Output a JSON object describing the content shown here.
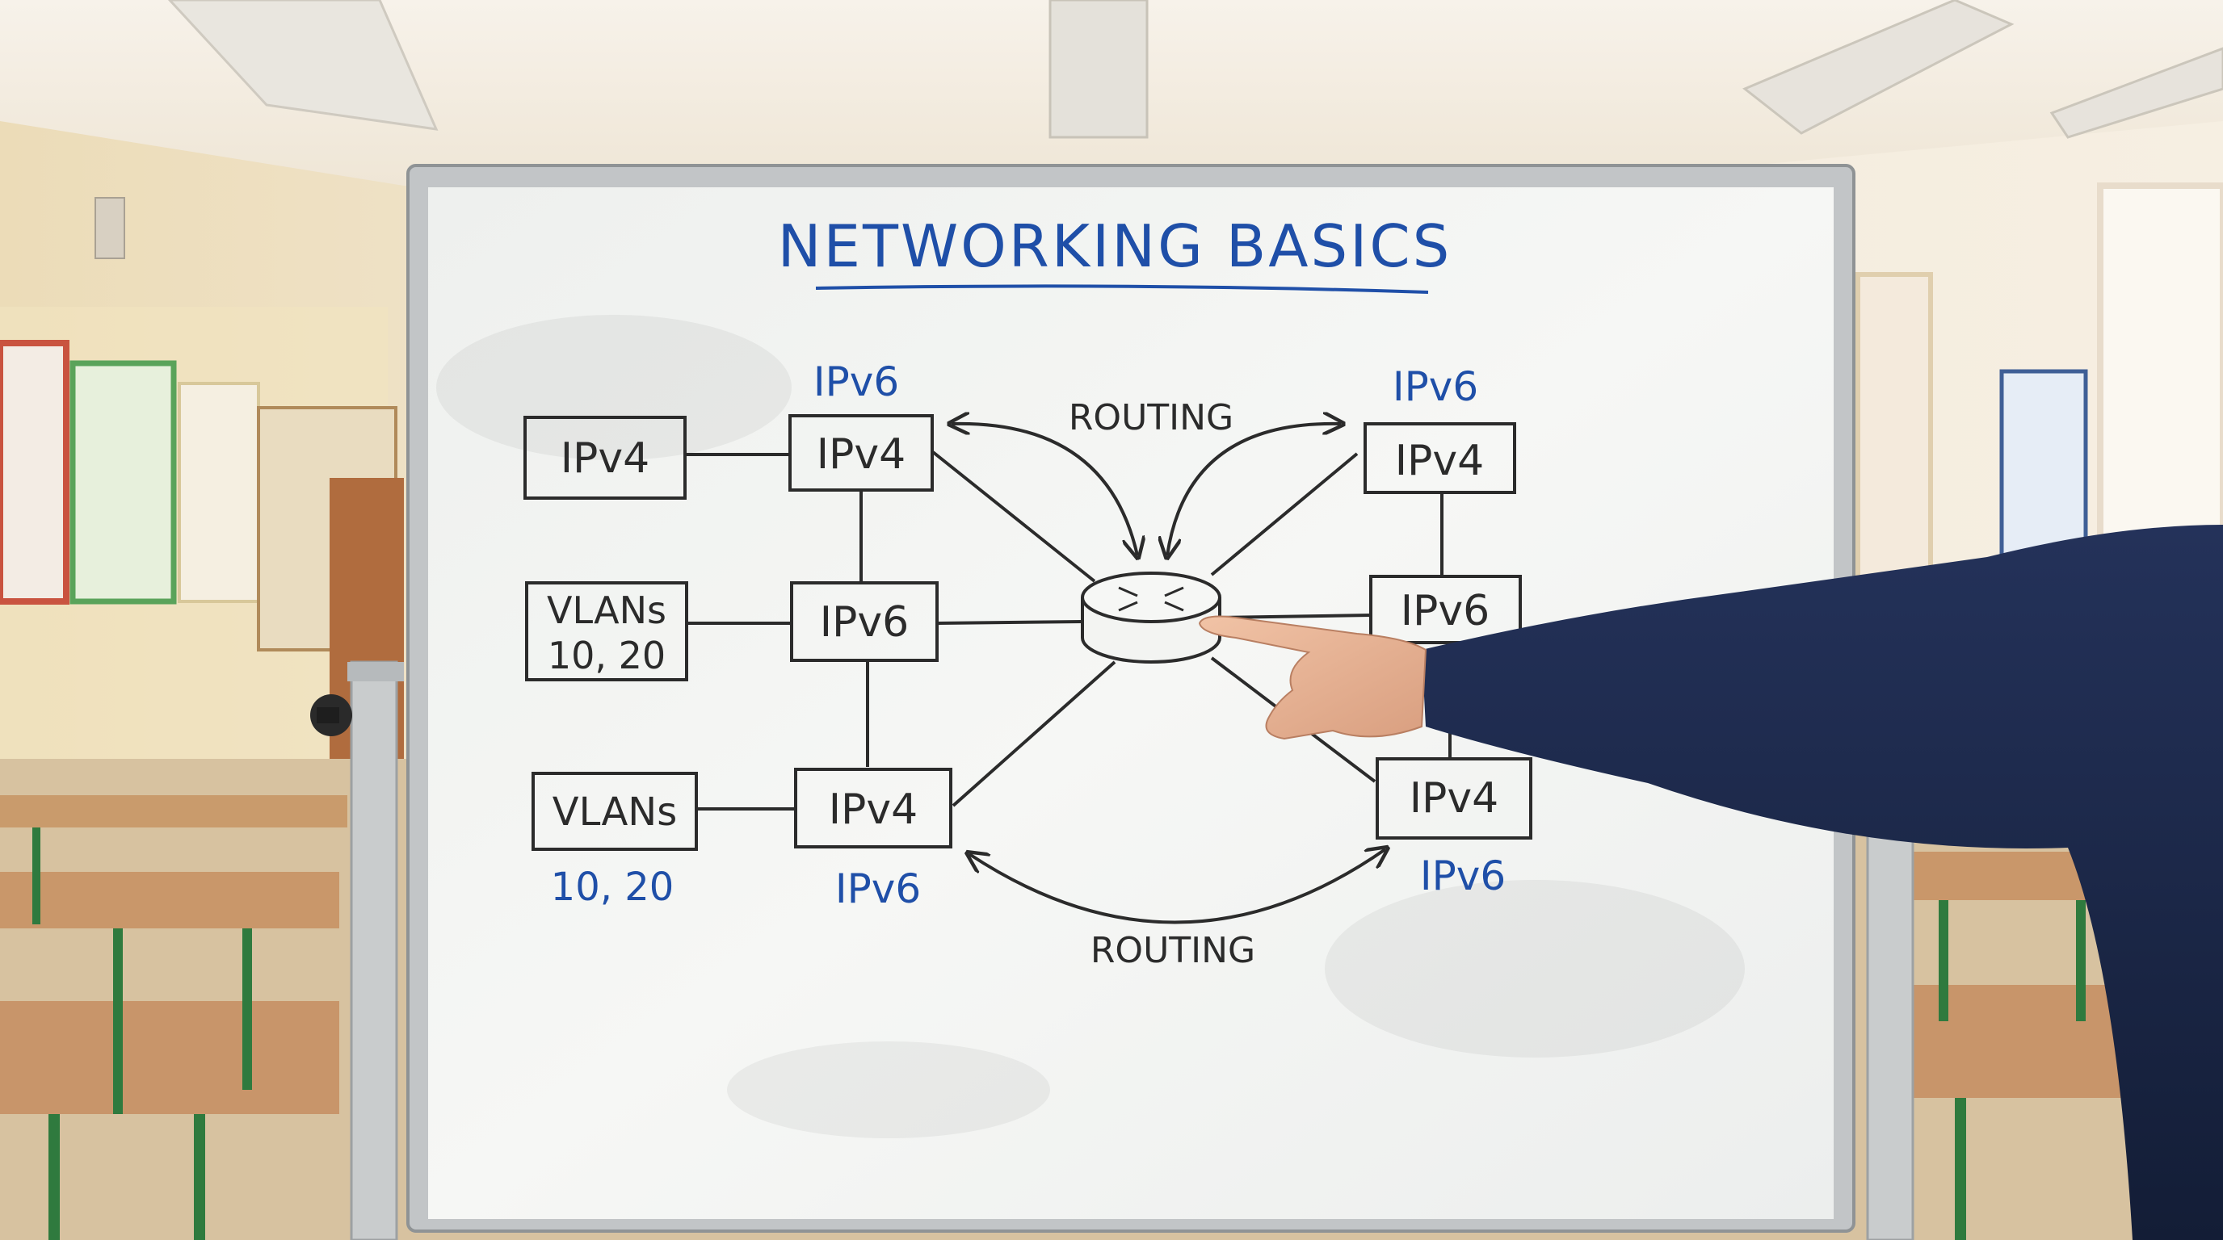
{
  "board": {
    "title": "NETWORKING BASICS",
    "routing_top": "ROUTING",
    "routing_bottom": "ROUTING",
    "boxes": {
      "left_top_far": "IPv4",
      "left_top": "IPv4",
      "left_mid_far_line1": "VLANs",
      "left_mid_far_line2": "10, 20",
      "left_mid": "IPv6",
      "left_bottom_far": "VLANs",
      "left_bottom": "IPv4",
      "right_top": "IPv4",
      "right_mid": "IPv6",
      "right_bottom": "IPv4"
    },
    "blue_labels": {
      "left_top_above": "IPv6",
      "right_top_above": "IPv6",
      "left_bottom_below": "IPv6",
      "right_bottom_below": "IPv6",
      "vlans_bottom_below": "10, 20"
    }
  },
  "colors": {
    "marker_black": "#2b2b2b",
    "marker_blue": "#1f4fa8",
    "board_white": "#f4f5f3",
    "frame_silver": "#b9bcbe",
    "wall": "#efe3c9",
    "sweater": "#1b2744"
  }
}
